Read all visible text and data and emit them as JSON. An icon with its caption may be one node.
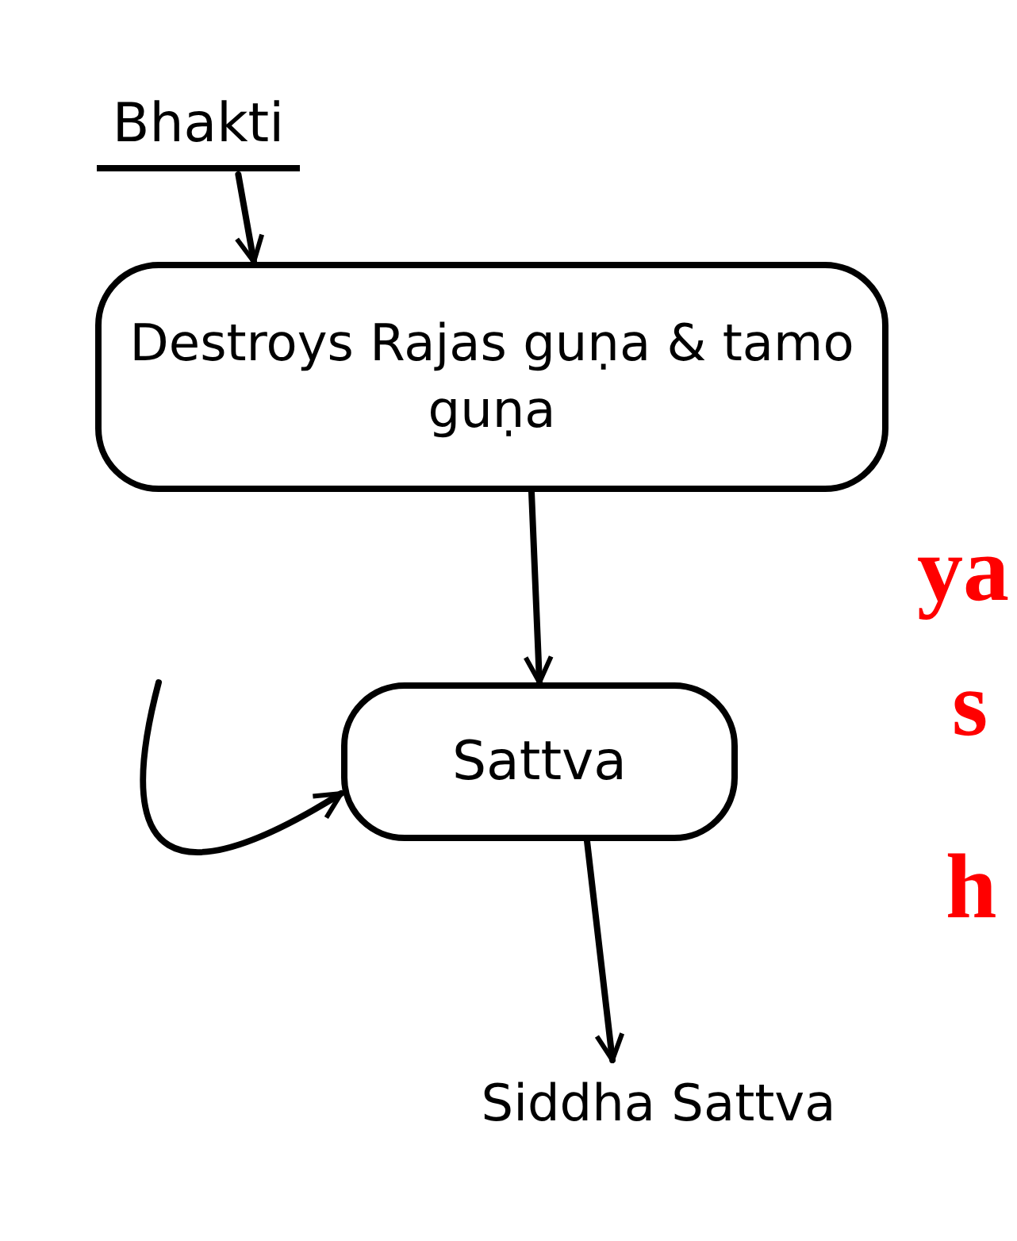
{
  "diagram": {
    "nodes": [
      {
        "text": [
          "Bhakti"
        ]
      },
      {
        "text": [
          "Destroys Rajas guṇa & tamo guṇa"
        ]
      },
      {
        "text": [
          "Sattva"
        ]
      },
      {
        "text": [
          "Siddha Sattva"
        ]
      }
    ],
    "edges": [
      {
        "from": 0,
        "to": 1,
        "arrow": "to"
      },
      {
        "from": 1,
        "to": 2,
        "arrow": "to"
      },
      {
        "from": null,
        "to": 2,
        "arrow": "to"
      },
      {
        "from": 2,
        "to": 3,
        "arrow": "to"
      }
    ],
    "labels": [
      "ya",
      "s",
      "h"
    ]
  }
}
